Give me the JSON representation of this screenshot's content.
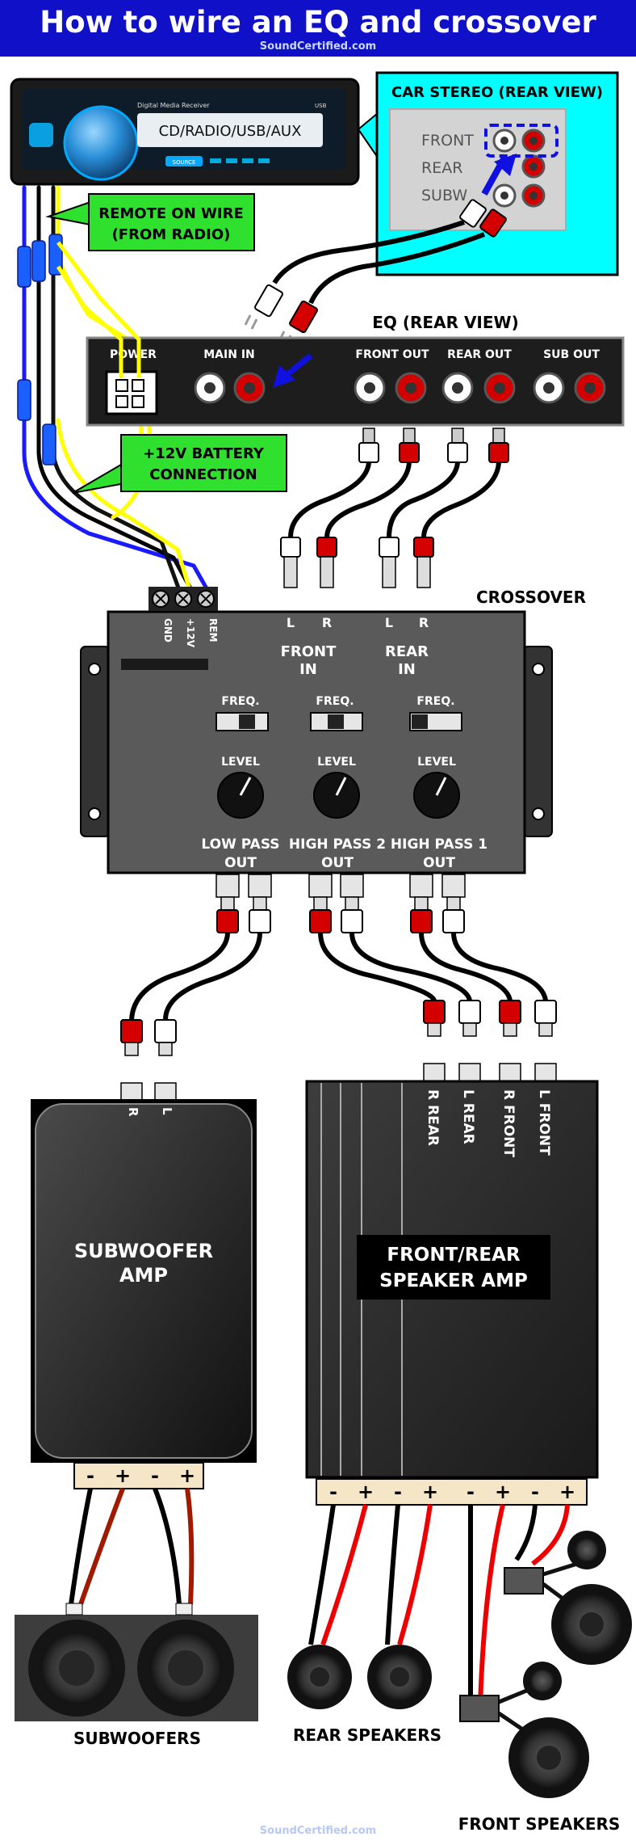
{
  "header": {
    "title": "How to wire an EQ and crossover",
    "site": "SoundCertified.com"
  },
  "footer": {
    "site": "SoundCertified.com"
  },
  "radio": {
    "model_text": "Digital Media Receiver",
    "display_text": "CD/RADIO/USB/AUX",
    "usb_text": "USB",
    "source_text": "SOURCE"
  },
  "callouts": {
    "remote_wire": [
      "REMOTE ON WIRE",
      "(FROM RADIO)"
    ],
    "battery": [
      "+12V BATTERY",
      "CONNECTION"
    ],
    "car_stereo_rear": "CAR STEREO (REAR VIEW)"
  },
  "car_stereo": {
    "front": "FRONT",
    "rear": "REAR",
    "subw": "SUBW"
  },
  "eq": {
    "title": "EQ (REAR VIEW)",
    "power": "POWER",
    "main_in": "MAIN IN",
    "front_out": "FRONT OUT",
    "rear_out": "REAR OUT",
    "sub_out": "SUB OUT"
  },
  "crossover": {
    "title": "CROSSOVER",
    "terminals": [
      "GND",
      "+12V",
      "REM"
    ],
    "front_l": "L",
    "front_r": "R",
    "front_in": [
      "FRONT",
      "IN"
    ],
    "rear_l": "L",
    "rear_r": "R",
    "rear_in": [
      "REAR",
      "IN"
    ],
    "freq": "FREQ.",
    "level": "LEVEL",
    "low_pass": [
      "LOW PASS",
      "OUT"
    ],
    "high_pass_2": [
      "HIGH PASS 2",
      "OUT"
    ],
    "high_pass_1": [
      "HIGH PASS 1",
      "OUT"
    ]
  },
  "sub_amp": {
    "title": [
      "SUBWOOFER",
      "AMP"
    ],
    "inputs": [
      "R",
      "L"
    ],
    "terminals": [
      "-",
      "+",
      "-",
      "+"
    ]
  },
  "speaker_amp": {
    "title": [
      "FRONT/REAR",
      "SPEAKER AMP"
    ],
    "inputs": [
      "R REAR",
      "L REAR",
      "R FRONT",
      "L FRONT"
    ],
    "terminals": [
      "-",
      "+",
      "-",
      "+",
      "-",
      "+",
      "-",
      "+"
    ]
  },
  "speakers": {
    "subwoofers": "SUBWOOFERS",
    "rear": "REAR SPEAKERS",
    "front": "FRONT SPEAKERS"
  },
  "colors": {
    "header_blue": "#1010c8",
    "callout_green": "#2fe02f",
    "callout_cyan": "#00ffff",
    "rca_red": "#d40000",
    "wire_yellow": "#ffff00",
    "wire_blue": "#1a1aff"
  }
}
